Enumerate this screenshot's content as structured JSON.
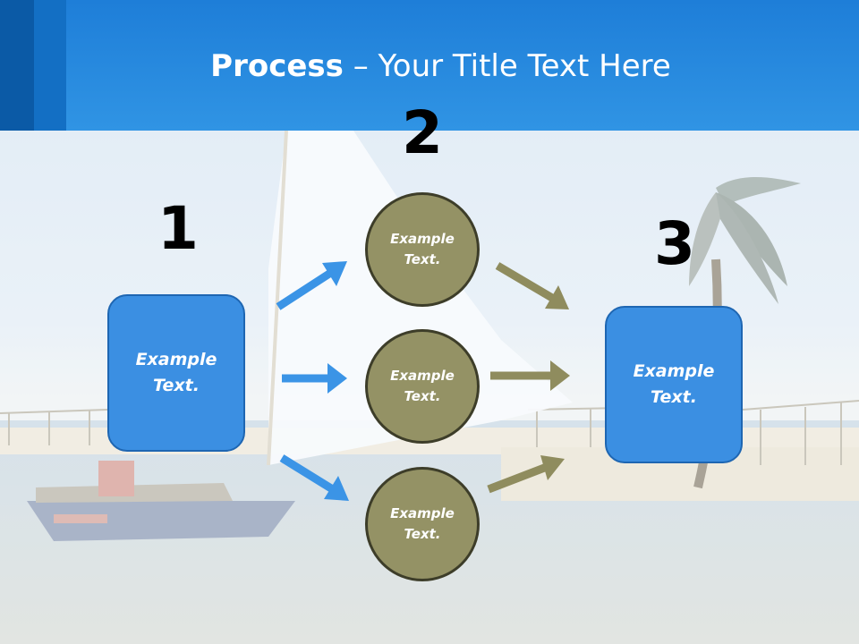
{
  "slide": {
    "title_bold": "Process",
    "title_dash": " – ",
    "title_rest": "Your Title Text Here"
  },
  "steps": {
    "step1": {
      "number": "1",
      "label": "Example\nText."
    },
    "step2": {
      "number": "2",
      "items": [
        {
          "label": "Example\nText."
        },
        {
          "label": "Example\nText."
        },
        {
          "label": "Example\nText."
        }
      ]
    },
    "step3": {
      "number": "3",
      "label": "Example\nText."
    }
  },
  "colors": {
    "header": "#2b8be0",
    "box_fill": "#3b8fe2",
    "circle_fill": "#949265",
    "blue_arrow": "#3b94e6",
    "olive_arrow": "#8f8c5e"
  }
}
